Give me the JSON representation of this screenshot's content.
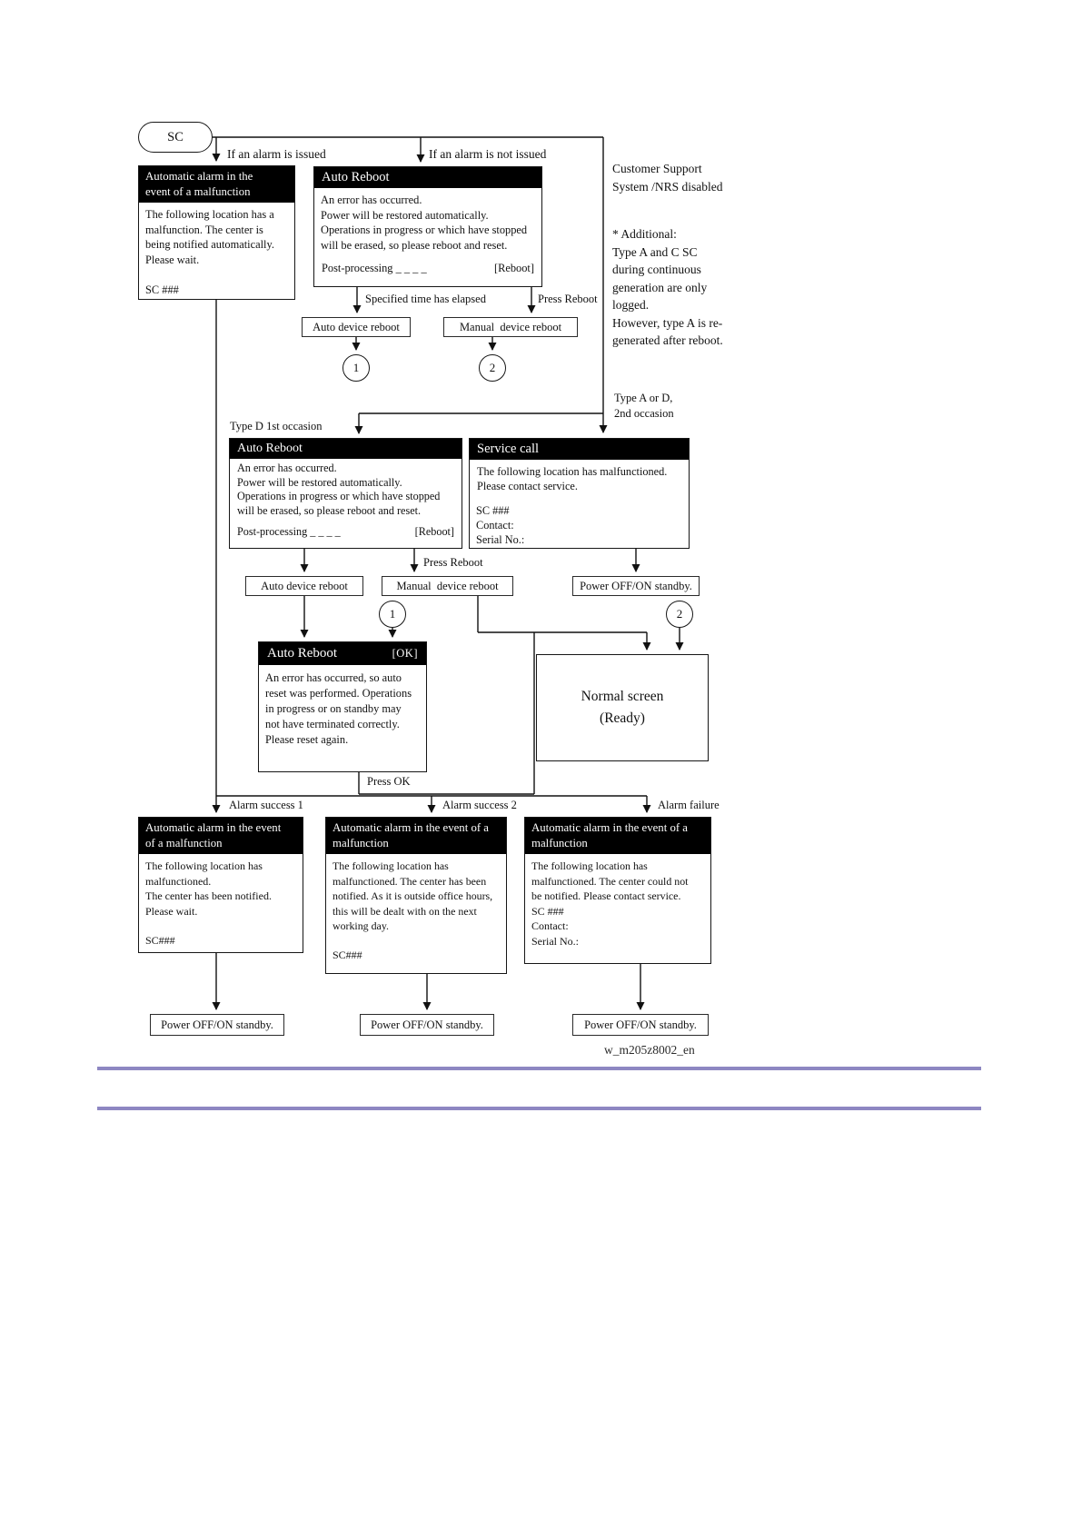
{
  "start": "SC",
  "colors": {
    "divider": "#8e87c2",
    "box_header_bg": "#000000",
    "box_header_text": "#ffffff"
  },
  "labels": {
    "alarm_issued": "If an alarm is issued",
    "alarm_not_issued": "If an alarm is not issued",
    "specified_time": "Specified time has elapsed",
    "press_reboot_top": "Press Reboot",
    "press_reboot_mid": "Press Reboot",
    "type_d_first": "Type D 1st occasion",
    "type_a_d_second": "Type A or D,\n2nd occasion",
    "press_ok": "Press OK",
    "alarm_success_1": "Alarm success 1",
    "alarm_success_2": "Alarm success 2",
    "alarm_failure": "Alarm failure",
    "watermark": "w_m205z8002_en"
  },
  "notes": {
    "customer_support": "Customer Support\nSystem /NRS disabled",
    "additional": "* Additional:\nType A and C SC\nduring continuous\ngeneration are only\nlogged.\nHowever, type A is re-\ngenerated after reboot."
  },
  "connectors": {
    "c1": "1",
    "c2": "2"
  },
  "boxes": {
    "auto_alarm_1": {
      "title": "Automatic alarm in the\nevent of a malfunction",
      "body": "The following location has a\nmalfunction. The center is\nbeing notified automatically.\nPlease wait.",
      "code": "SC ###"
    },
    "auto_reboot_1": {
      "title": "Auto Reboot",
      "body": "An error has occurred.\nPower will be restored automatically.\nOperations in progress or which have stopped\nwill be erased, so please reboot and reset.",
      "post": "Post-processing _ _ _ _",
      "reboot": "[Reboot]"
    },
    "auto_device_reboot_1": {
      "label": "Auto device reboot"
    },
    "manual_device_reboot_1": {
      "label": "Manual  device reboot"
    },
    "auto_reboot_2": {
      "title": "Auto Reboot",
      "body": "An error has occurred.\nPower will be restored automatically.\nOperations in progress or which have stopped\nwill be erased, so please reboot and reset.",
      "post": "Post-processing _ _ _ _",
      "reboot": "[Reboot]"
    },
    "service_call": {
      "title": "Service call",
      "body": "The following location has malfunctioned.\nPlease contact service.",
      "code": "SC ###\nContact:\nSerial No.:"
    },
    "auto_device_reboot_2": {
      "label": "Auto device reboot"
    },
    "manual_device_reboot_2": {
      "label": "Manual  device reboot"
    },
    "power_standby_top": {
      "label": "Power OFF/ON standby."
    },
    "auto_reboot_ok": {
      "title": "Auto Reboot",
      "ok": "[OK]",
      "body": "An error has occurred, so auto\nreset was performed. Operations\nin progress or on standby may\nnot have terminated correctly.\nPlease reset again."
    },
    "normal_screen": {
      "line1": "Normal screen",
      "line2": "(Ready)"
    },
    "alarm_result_success1": {
      "title": "Automatic alarm in the event\nof a malfunction",
      "body": "The following location has\nmalfunctioned.\nThe center has been notified.\nPlease wait.",
      "code": "SC###"
    },
    "alarm_result_success2": {
      "title": "Automatic alarm in the event of a\nmalfunction",
      "body": "The following location has\nmalfunctioned. The center has been\nnotified. As it is outside office hours,\nthis will be dealt with on the next\nworking day.",
      "code": "SC###"
    },
    "alarm_result_failure": {
      "title": "Automatic alarm in the event of a\nmalfunction",
      "body": "The following location has\nmalfunctioned. The center could not\nbe notified. Please contact service.",
      "code": "SC ###\nContact:\nSerial No.:"
    },
    "power_standby_1": {
      "label": "Power OFF/ON standby."
    },
    "power_standby_2": {
      "label": "Power OFF/ON standby."
    },
    "power_standby_3": {
      "label": "Power OFF/ON standby."
    }
  }
}
